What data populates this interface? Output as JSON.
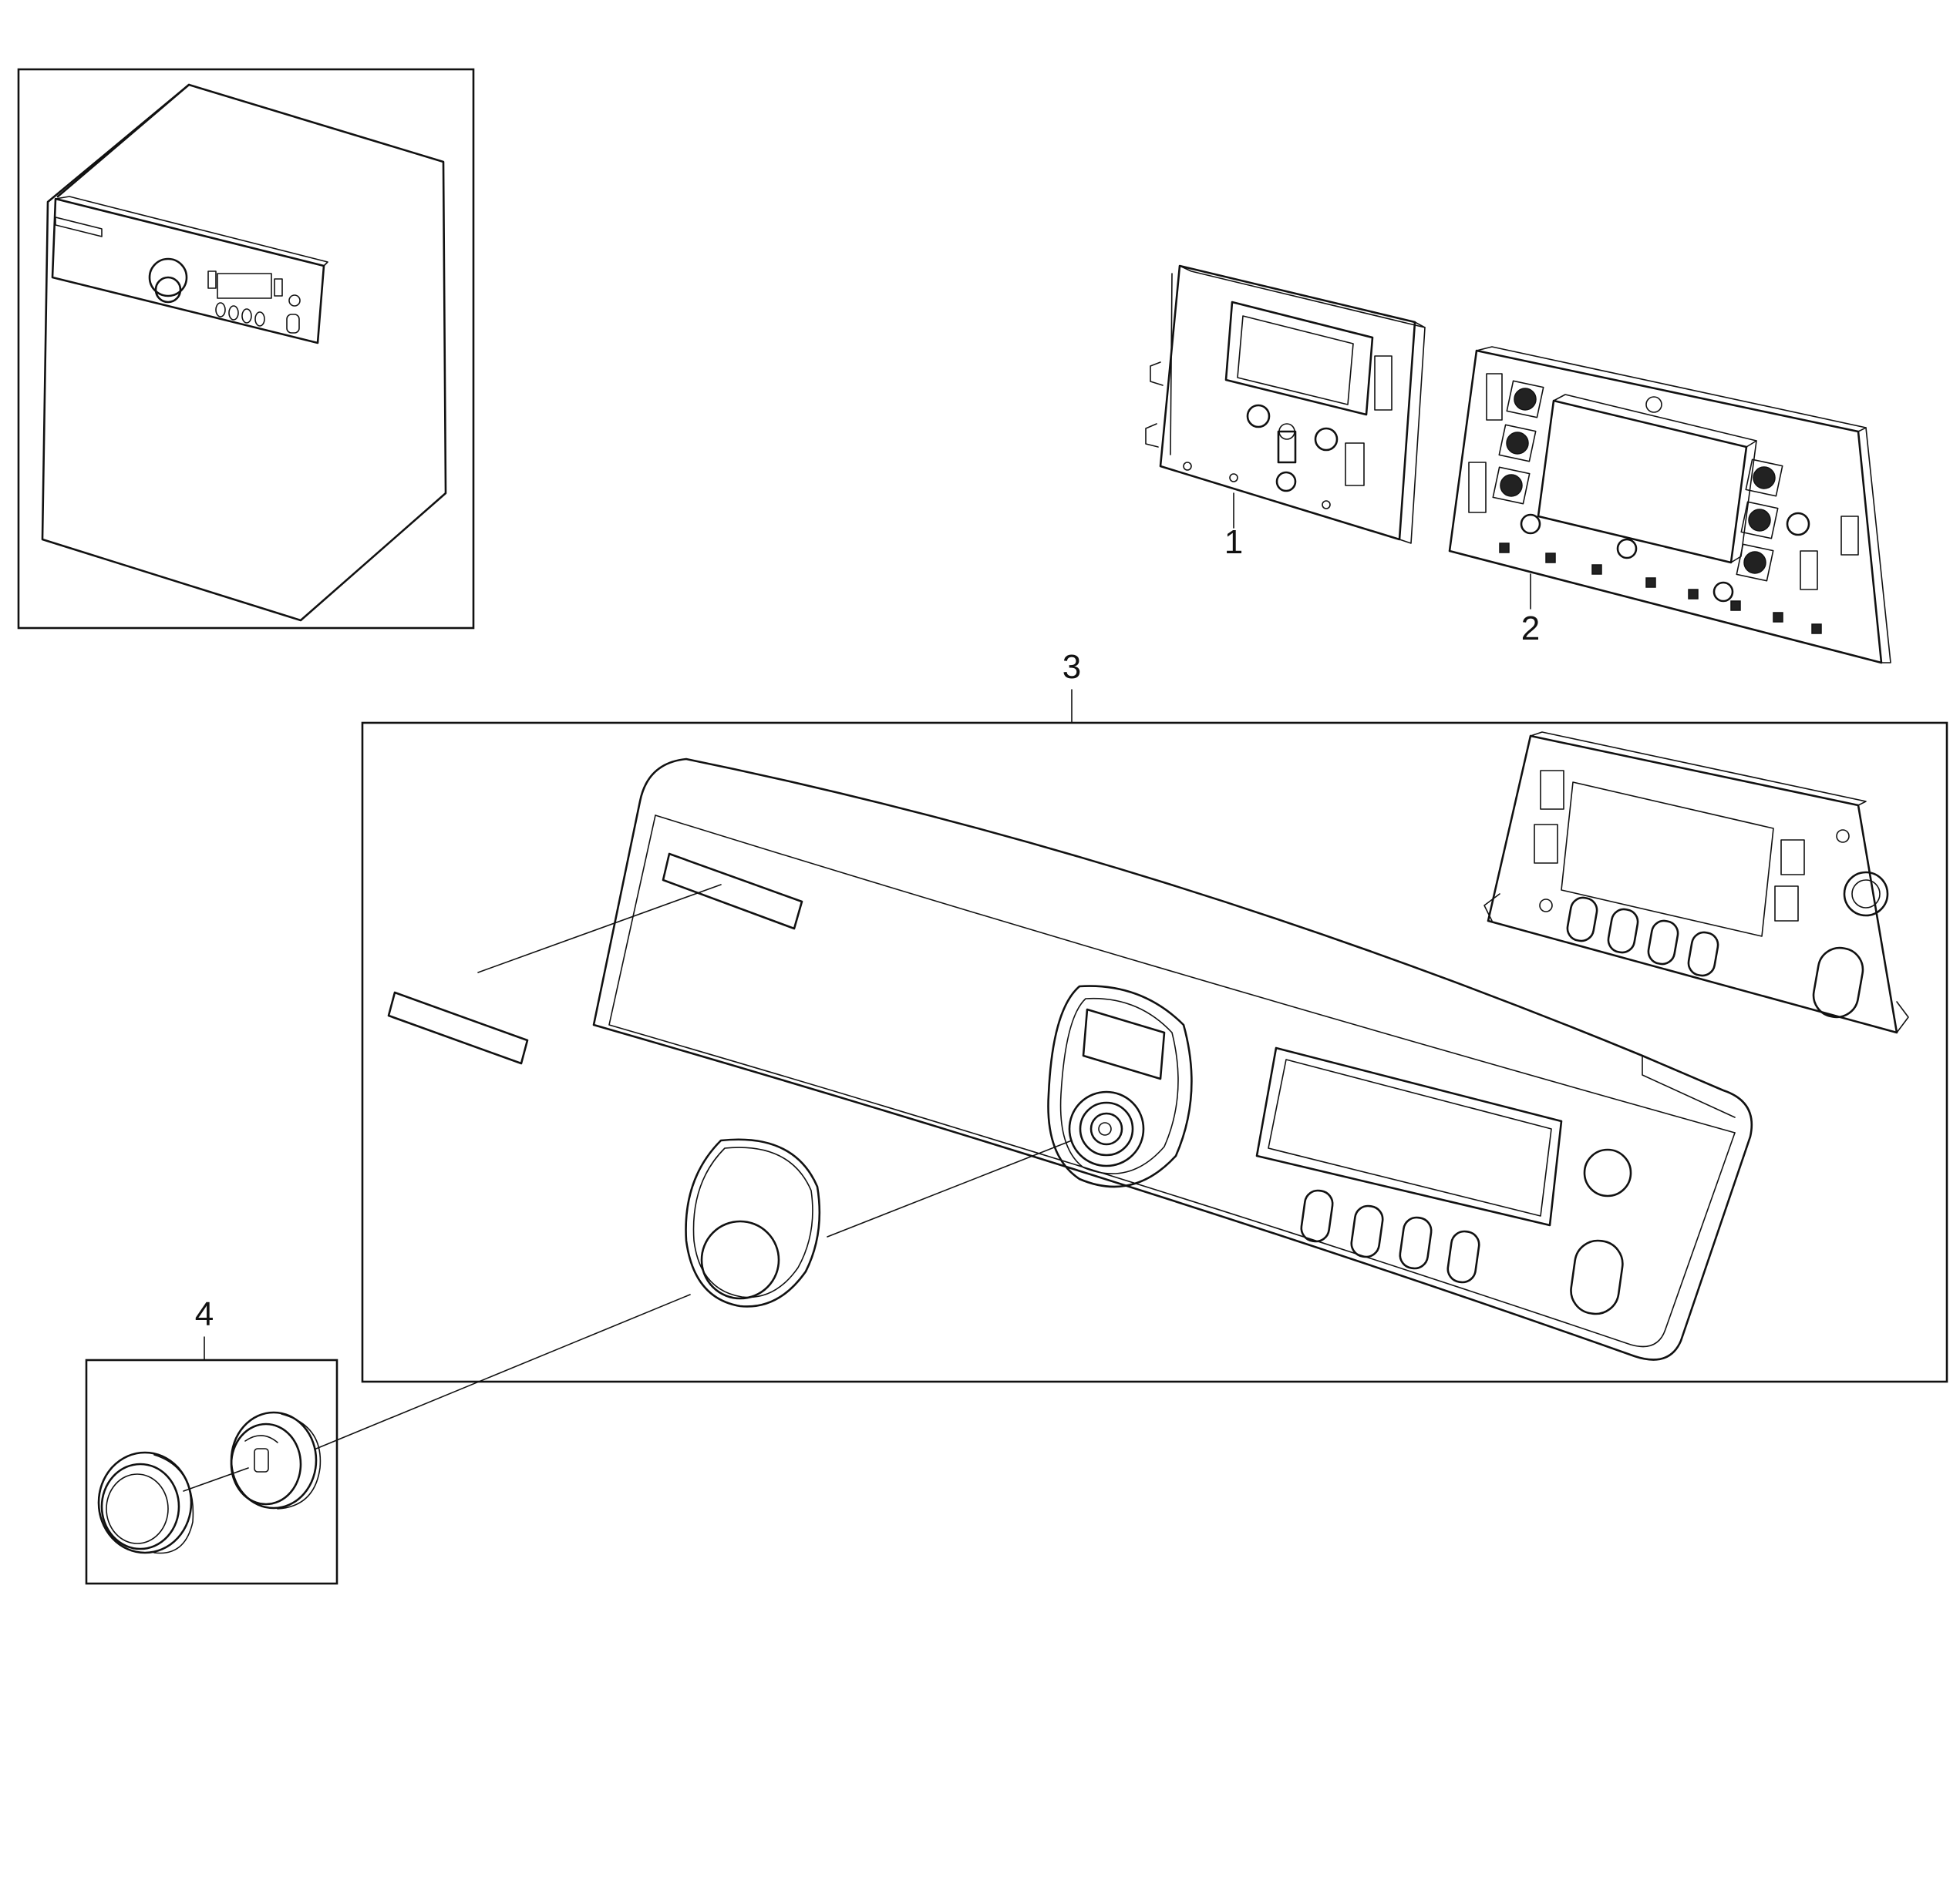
{
  "callouts": [
    {
      "id": "1",
      "label": "1"
    },
    {
      "id": "2",
      "label": "2"
    },
    {
      "id": "3",
      "label": "3"
    },
    {
      "id": "4",
      "label": "4"
    }
  ],
  "colors": {
    "line": "#111111",
    "background": "#ffffff"
  }
}
